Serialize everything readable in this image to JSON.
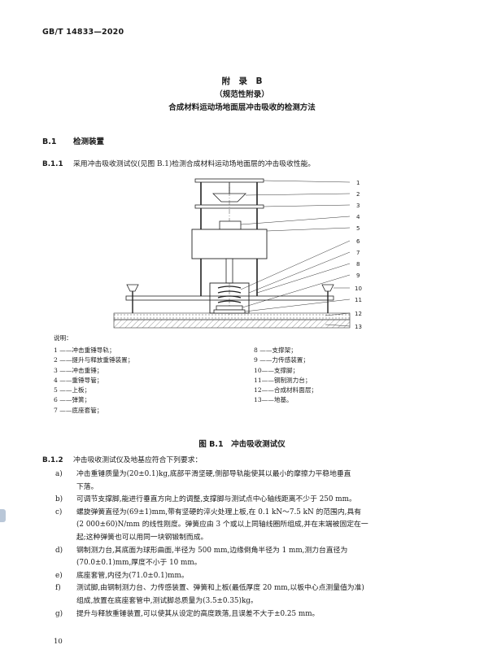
{
  "header": {
    "std": "GB/T 14833—2020"
  },
  "annex": {
    "label": "附　录　B",
    "normative": "（规范性附录）",
    "title": "合成材料运动场地面层冲击吸收的检测方法"
  },
  "section_b1": {
    "num": "B.1",
    "title": "检测装置"
  },
  "clause_b11": {
    "num": "B.1.1",
    "text": "采用冲击吸收测试仪(见图 B.1)检测合成材料运动场地面层的冲击吸收性能。"
  },
  "figure": {
    "callouts": [
      "1",
      "2",
      "3",
      "4",
      "5",
      "6",
      "7",
      "8",
      "9",
      "10",
      "11",
      "12",
      "13"
    ],
    "legend_title": "说明：",
    "legend_left": [
      "1 ——冲击重锤导轨；",
      "2 ——提升与释放重锤装置；",
      "3 ——冲击重锤；",
      "4 ——重锤导管；",
      "5 ——上板；",
      "6 ——弹簧；",
      "7 ——底座套管；"
    ],
    "legend_right": [
      "8 ——支撑架；",
      "9 ——力传感装置；",
      "10——支撑脚；",
      "11——钢制测力台；",
      "12——合成材料面层；",
      "13——地基。"
    ],
    "caption": "图 B.1　冲击吸收测试仪"
  },
  "clause_b12": {
    "num": "B.1.2",
    "text": "冲击吸收测试仪及地基应符合下列要求：",
    "items": [
      {
        "label": "a)",
        "lines": [
          "冲击重锤质量为(20±0.1)kg,底部平滑坚硬,侧部导轨能使其以最小的摩擦力平稳地垂直",
          "下落。"
        ]
      },
      {
        "label": "b)",
        "lines": [
          "可调节支撑脚,能进行垂直方向上的调整,支撑脚与测试点中心轴线距离不少于 250 mm。"
        ]
      },
      {
        "label": "c)",
        "lines": [
          "螺旋弹簧直径为(69±1)mm,带有坚硬的淬火处理上板,在 0.1 kN～7.5 kN 的范围内,具有",
          "(2 000±60)N/mm 的线性刚度。弹簧应由 3 个或以上同轴线圈所组成,并在末端被固定在一",
          "起;这种弹簧也可以用同一块钢锻制而成。"
        ]
      },
      {
        "label": "d)",
        "lines": [
          "钢制测力台,其底面为球形曲面,半径为 500 mm,边缘倒角半径为 1 mm,测力台直径为",
          "(70.0±0.1)mm,厚度不小于 10 mm。"
        ]
      },
      {
        "label": "e)",
        "lines": [
          "底座套管,内径为(71.0±0.1)mm。"
        ]
      },
      {
        "label": "f)",
        "lines": [
          "测试脚,由钢制测力台、力传感装置、弹簧和上板(最低厚度 20 mm,以板中心点测量值为准)",
          "组成,放置在底座套管中,测试脚总质量为(3.5±0.35)kg。"
        ]
      },
      {
        "label": "g)",
        "lines": [
          "提升与释放重锤装置,可以使其从设定的高度跌落,且误差不大于±0.25 mm。"
        ]
      }
    ]
  },
  "footer": {
    "page": "10"
  }
}
